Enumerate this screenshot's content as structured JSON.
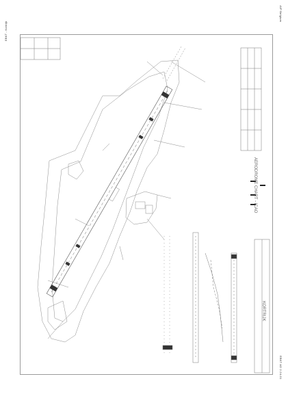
{
  "page": {
    "top_left_header": "EBKT - Kortrijk",
    "bottom_left_footer": "",
    "top_right_header": "AIP Belgium",
    "bottom_right_footer": "EBKT AD 2.24-01"
  },
  "chart": {
    "title": "AERODROME CHART - ICAO",
    "airport_name": "KORTRIJK",
    "notes_title": "",
    "notes": [],
    "table_rows": []
  },
  "colors": {
    "line": "#7d7d7d",
    "dark": "#222222",
    "frame": "#9a9a9a"
  }
}
